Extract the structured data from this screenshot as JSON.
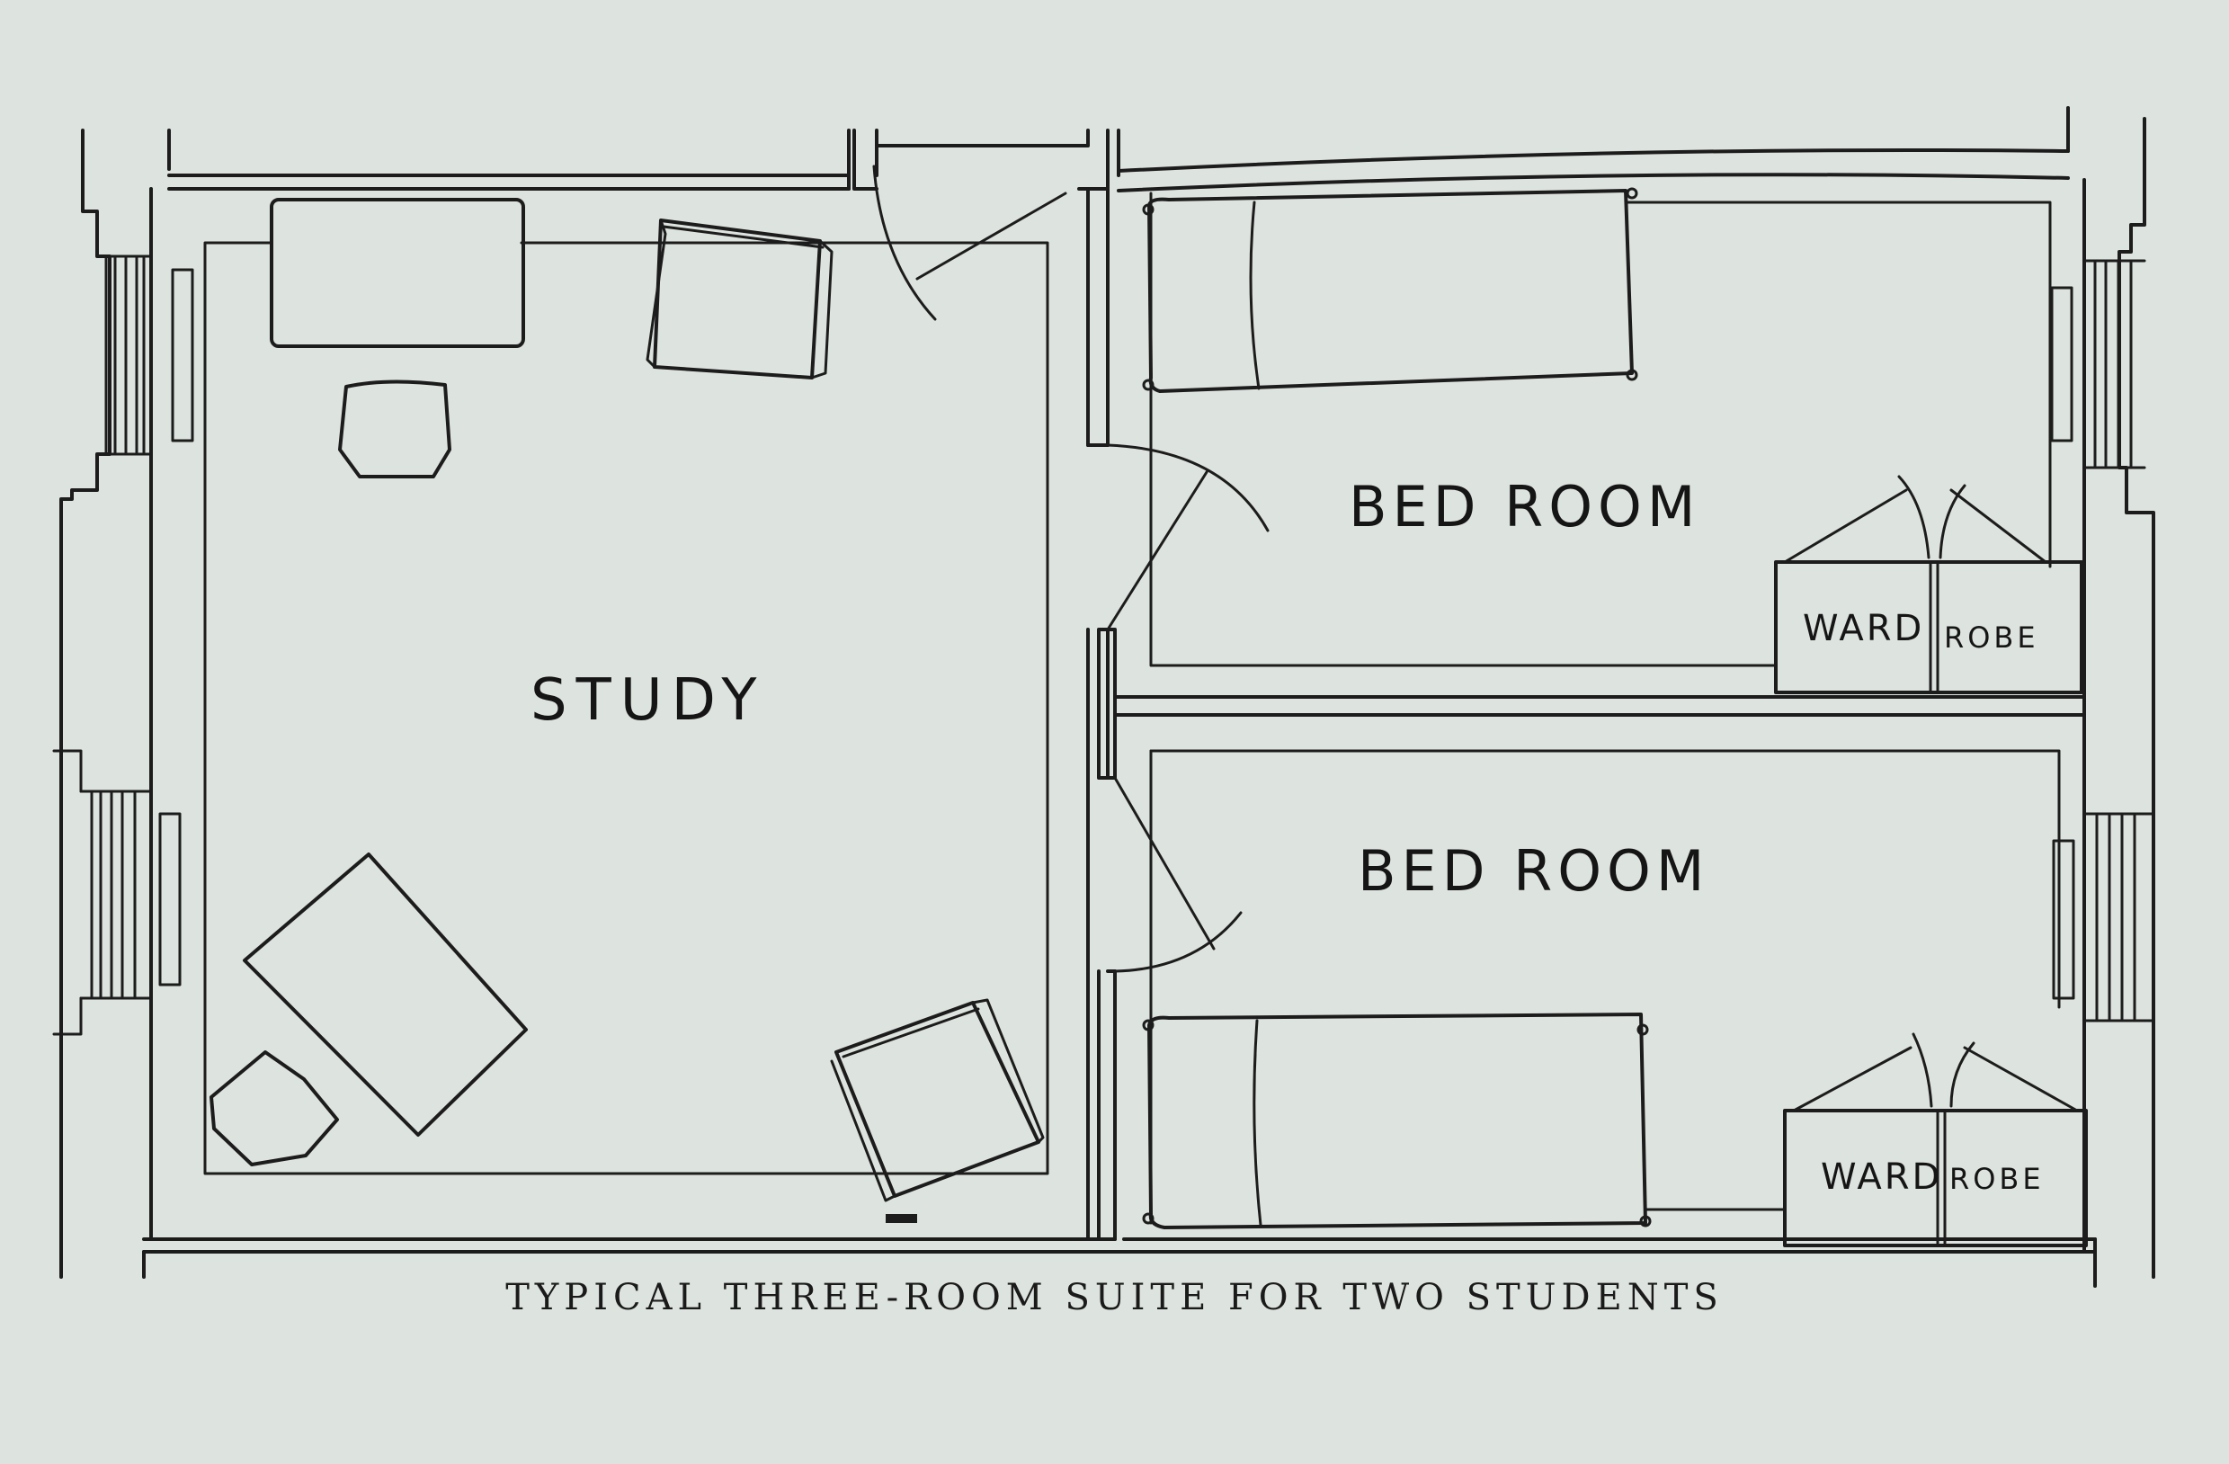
{
  "rooms": {
    "study": "STUDY",
    "bedroom_upper": "BED ROOM",
    "bedroom_lower": "BED ROOM"
  },
  "wardrobes": {
    "upper_left": "WARD",
    "upper_right": "ROBE",
    "lower_left": "WARD",
    "lower_right": "ROBE"
  },
  "caption": "TYPICAL THREE-ROOM SUITE FOR TWO STUDENTS"
}
